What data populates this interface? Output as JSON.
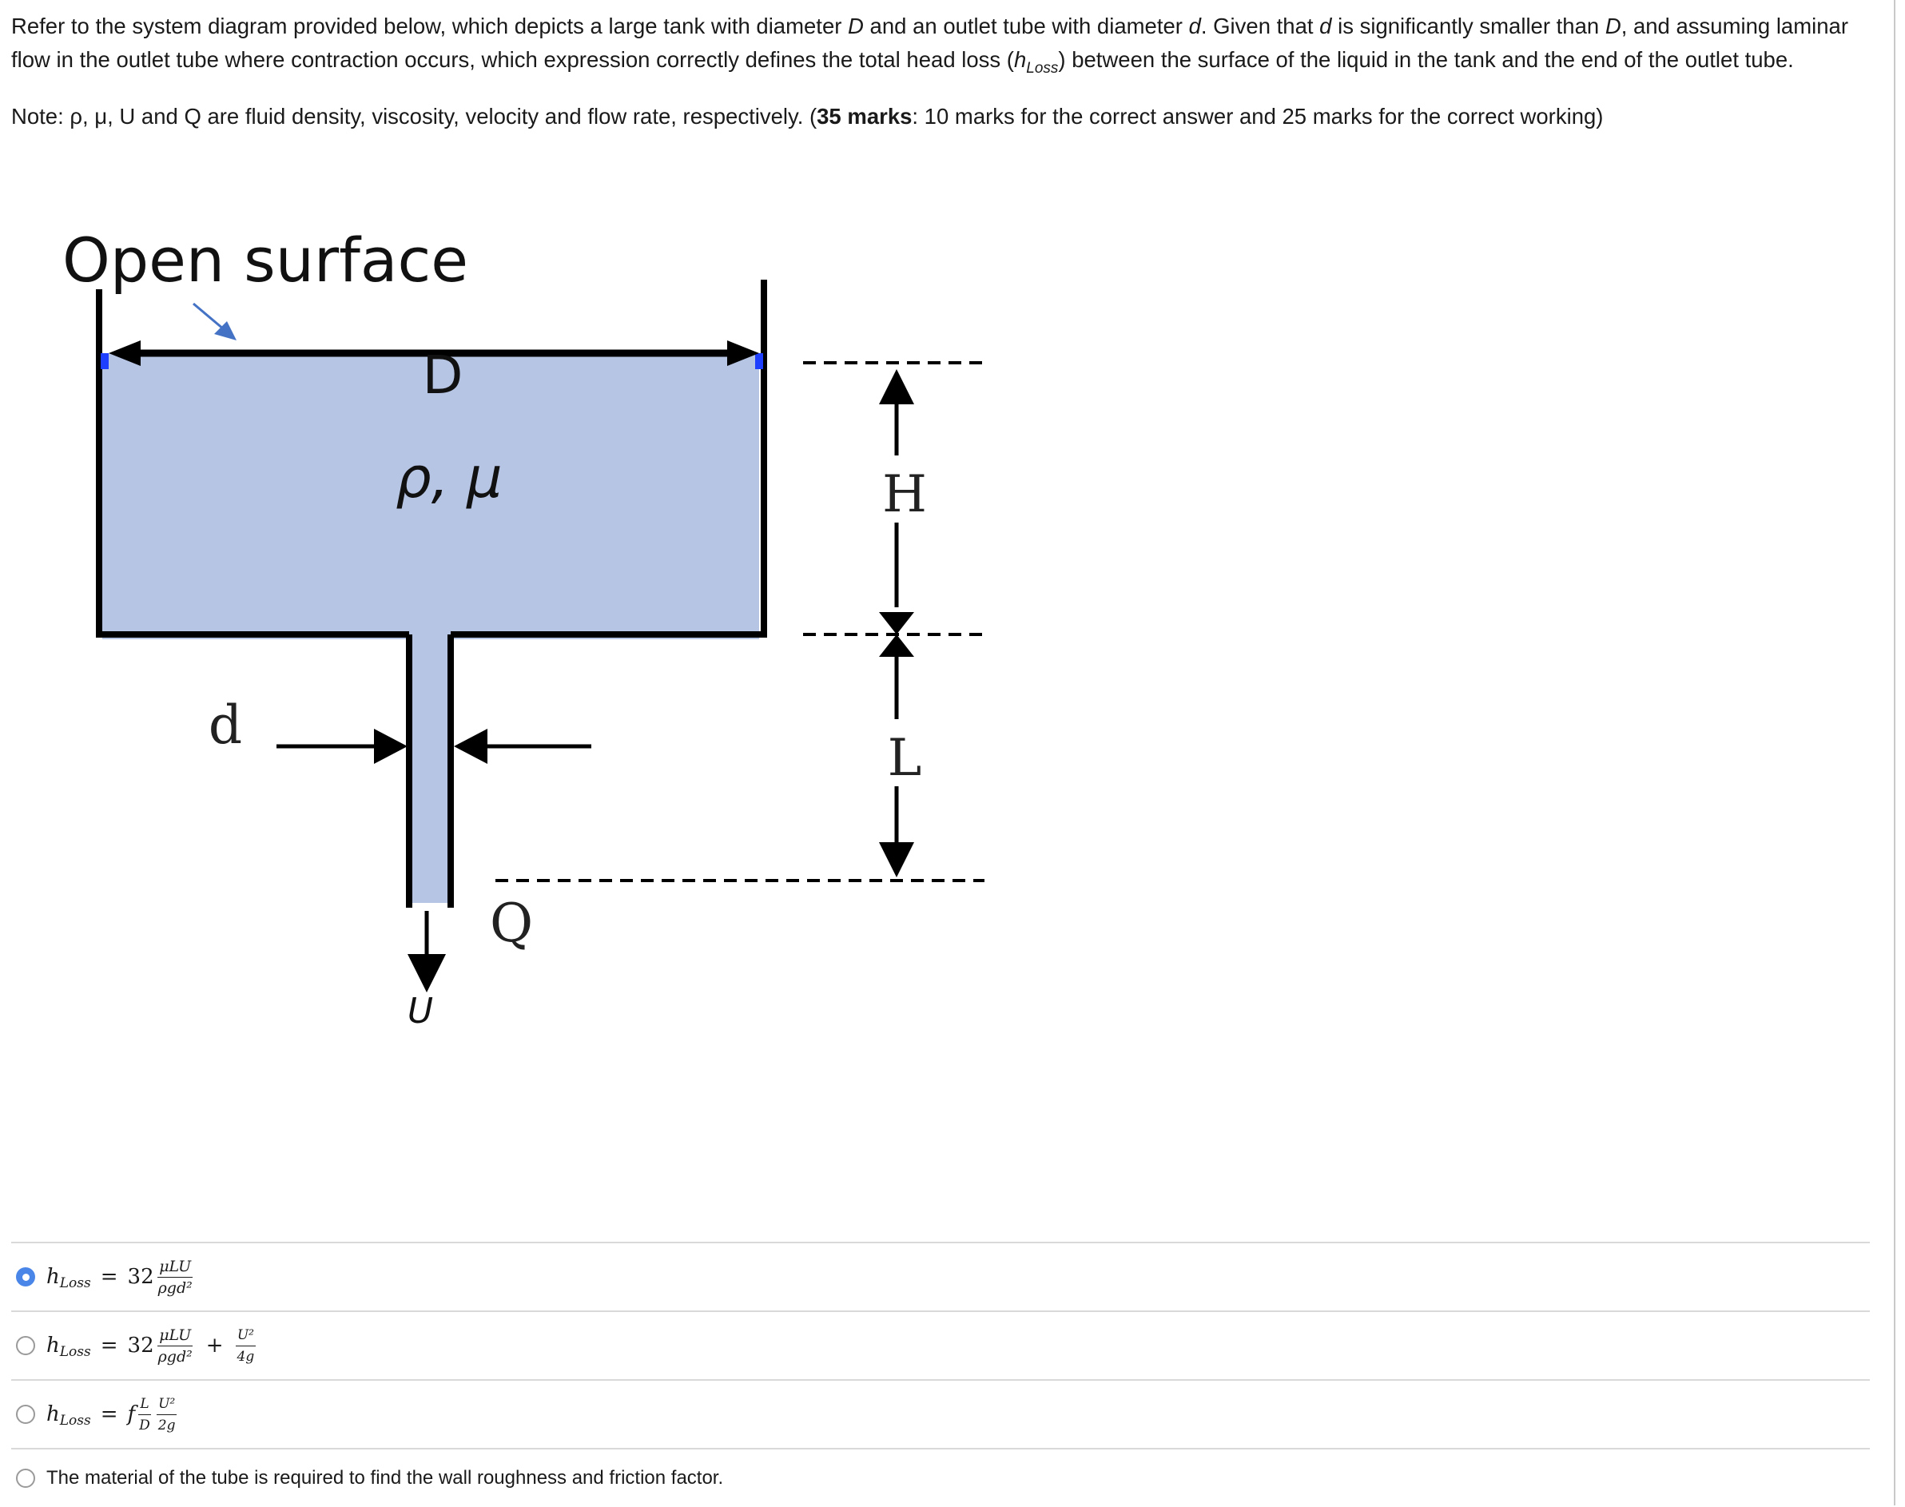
{
  "question": {
    "line1_a": "Refer to the system diagram provided below, which depicts a large tank with diameter ",
    "D": "D",
    "line1_b": " and an outlet tube with diameter ",
    "d": "d",
    "line1_c": ". Given that ",
    "line1_d": " is significantly smaller than ",
    "line1_e": ", and assuming laminar flow in the outlet tube where contraction occurs, which expression correctly defines the total head loss (",
    "h": "h",
    "loss_sub": "Loss",
    "line1_f": ") between the surface of the liquid in the tank and the end of the outlet tube.",
    "note_a": "Note: ρ, μ, U and Q are fluid density, viscosity, velocity and flow rate, respectively. (",
    "note_marks": "35 marks",
    "note_b": ": 10 marks for the correct answer and 25 marks for the correct working)"
  },
  "diagram": {
    "open_surface": "Open surface",
    "D": "D",
    "rho_mu": "ρ, μ",
    "H": "H",
    "L": "L",
    "d": "d",
    "Q": "Q",
    "U": "U",
    "colors": {
      "fluid": "#b7c5e4",
      "arrow_blue": "#4472c4",
      "marker_blue": "#1f3fff"
    }
  },
  "answers": {
    "selected_index": 0,
    "options": [
      {
        "h": "h",
        "sub": "Loss",
        "eq": "=",
        "coef": "32",
        "num": "μLU",
        "den": "ρgd²"
      },
      {
        "h": "h",
        "sub": "Loss",
        "eq": "=",
        "coef": "32",
        "num": "μLU",
        "den": "ρgd²",
        "plus": "+",
        "num2": "U²",
        "den2": "4g"
      },
      {
        "h": "h",
        "sub": "Loss",
        "eq": "=",
        "coef": "f",
        "num": "L",
        "den": "D",
        "num2": "U²",
        "den2": "2g"
      },
      {
        "text": "The material of the tube is required to find the wall roughness and friction factor."
      }
    ]
  }
}
